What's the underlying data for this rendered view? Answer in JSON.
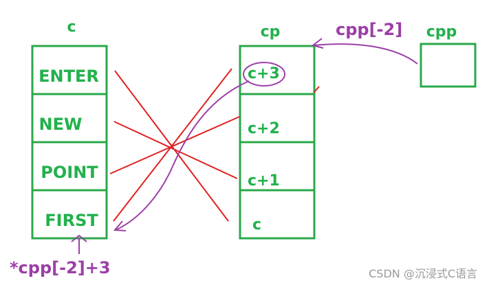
{
  "colors": {
    "box": "#2aa84a",
    "green_text": "#22b14c",
    "cross": "#e02020",
    "purple": "#9b3fa6",
    "watermark": "#999999"
  },
  "labels": {
    "c_title": "c",
    "cp_title": "cp",
    "cpp_title": "cpp",
    "cpp_index_expr": "cpp[-2]",
    "bottom_expr": "*cpp[-2]+3"
  },
  "c_array": [
    "ENTER",
    "NEW",
    "POINT",
    "FIRST"
  ],
  "cp_array": [
    "c+3",
    "c+2",
    "c+1",
    "c"
  ],
  "watermark": "CSDN @沉浸式C语言"
}
